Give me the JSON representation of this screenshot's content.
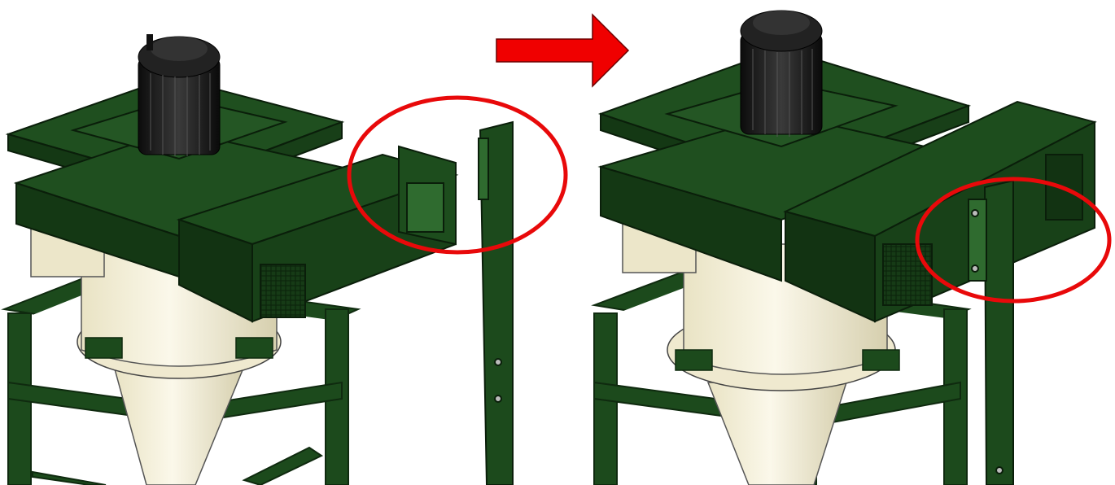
{
  "figure": {
    "description_free": true,
    "left_panel": {
      "state": "before",
      "callout": "red-ellipse-around-duct-outlet"
    },
    "right_panel": {
      "state": "after",
      "callout": "red-ellipse-around-mounted-support-post"
    },
    "arrow": {
      "direction": "right",
      "icon": "right-arrow-icon"
    }
  },
  "colors": {
    "frame_green": "#1c4a1c",
    "frame_green_light": "#2f6b2f",
    "frame_green_dark": "#0f2a0f",
    "housing_cream": "#f3efd9",
    "housing_shadow": "#d8d2b4",
    "motor_black": "#141414",
    "callout_red": "#e8090a",
    "arrow_red": "#f00000"
  }
}
